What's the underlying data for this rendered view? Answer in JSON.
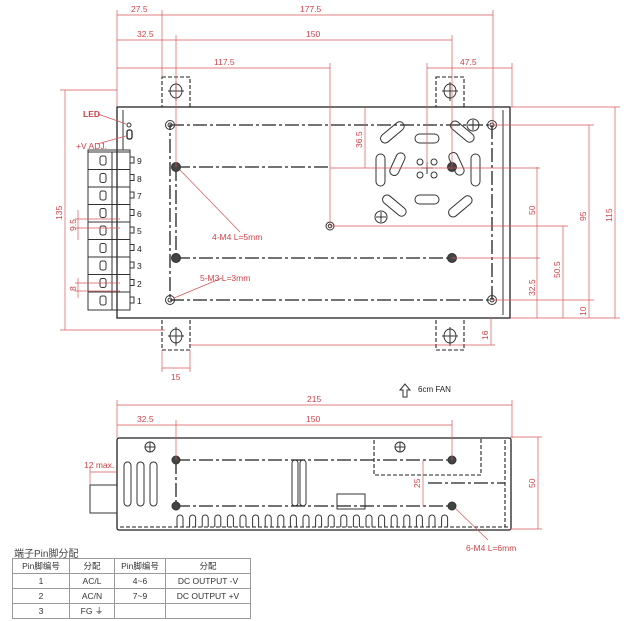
{
  "top_view": {
    "dims": {
      "d27_5": "27.5",
      "d177_5": "177.5",
      "d32_5": "32.5",
      "d150": "150",
      "d117_5": "117.5",
      "d47_5": "47.5",
      "d36_5": "36.5",
      "d135": "135",
      "d9_5": "9.5",
      "d8": "8",
      "d50": "50",
      "d95": "95",
      "d115": "115",
      "d50_5": "50.5",
      "d32_5b": "32.5",
      "d10": "10",
      "d16": "16",
      "d15": "15"
    },
    "labels": {
      "led": "LED",
      "vadj": "+V ADJ.",
      "m4": "4-M4 L=5mm",
      "m3": "5-M3 L=3mm"
    },
    "pins": [
      "9",
      "8",
      "7",
      "6",
      "5",
      "4",
      "3",
      "2",
      "1"
    ]
  },
  "fan_note": "6cm FAN",
  "side_view": {
    "dims": {
      "d215": "215",
      "d32_5": "32.5",
      "d150": "150",
      "d12max": "12 max.",
      "d25": "25",
      "d50": "50"
    },
    "labels": {
      "m4": "6-M4 L=6mm"
    }
  },
  "pin_table": {
    "title": "端子Pin脚分配",
    "headers": [
      "Pin脚编号",
      "分配",
      "Pin脚编号",
      "分配"
    ],
    "rows": [
      [
        "1",
        "AC/L",
        "4~6",
        "DC OUTPUT -V"
      ],
      [
        "2",
        "AC/N",
        "7~9",
        "DC OUTPUT +V"
      ],
      [
        "3",
        "FG ⏚",
        "",
        ""
      ]
    ]
  },
  "colors": {
    "dimension": "#d0434a",
    "outline": "#222222"
  }
}
